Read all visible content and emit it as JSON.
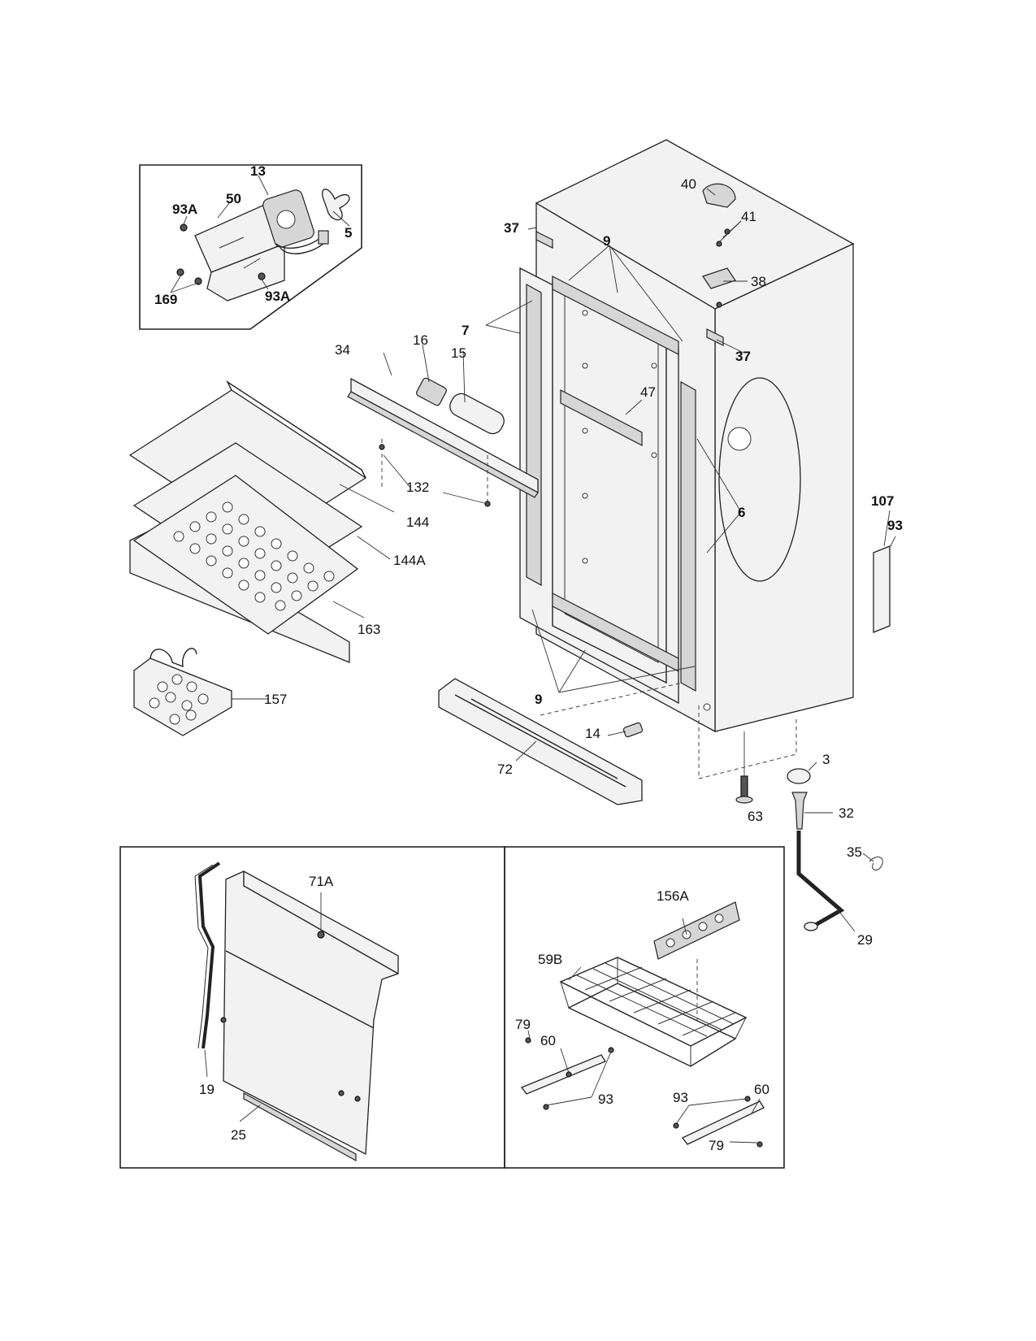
{
  "labels": {
    "p13": "13",
    "p93a_top": "93A",
    "p50": "50",
    "p5": "5",
    "p169": "169",
    "p93a_bottom": "93A",
    "p40": "40",
    "p41": "41",
    "p37_top": "37",
    "p9_top": "9",
    "p38": "38",
    "p7": "7",
    "p37_right": "37",
    "p34": "34",
    "p16": "16",
    "p15": "15",
    "p47": "47",
    "p132": "132",
    "p144": "144",
    "p144a": "144A",
    "p6": "6",
    "p107": "107",
    "p93_right": "93",
    "p163": "163",
    "p9_bottom": "9",
    "p157": "157",
    "p14": "14",
    "p72": "72",
    "p3": "3",
    "p63": "63",
    "p32": "32",
    "p35": "35",
    "p29": "29",
    "p71a": "71A",
    "p19": "19",
    "p25": "25",
    "p156a": "156A",
    "p59b": "59B",
    "p79_left": "79",
    "p60_left": "60",
    "p93_basket_left": "93",
    "p60_right": "60",
    "p93_basket_right": "93",
    "p79_right": "79"
  }
}
